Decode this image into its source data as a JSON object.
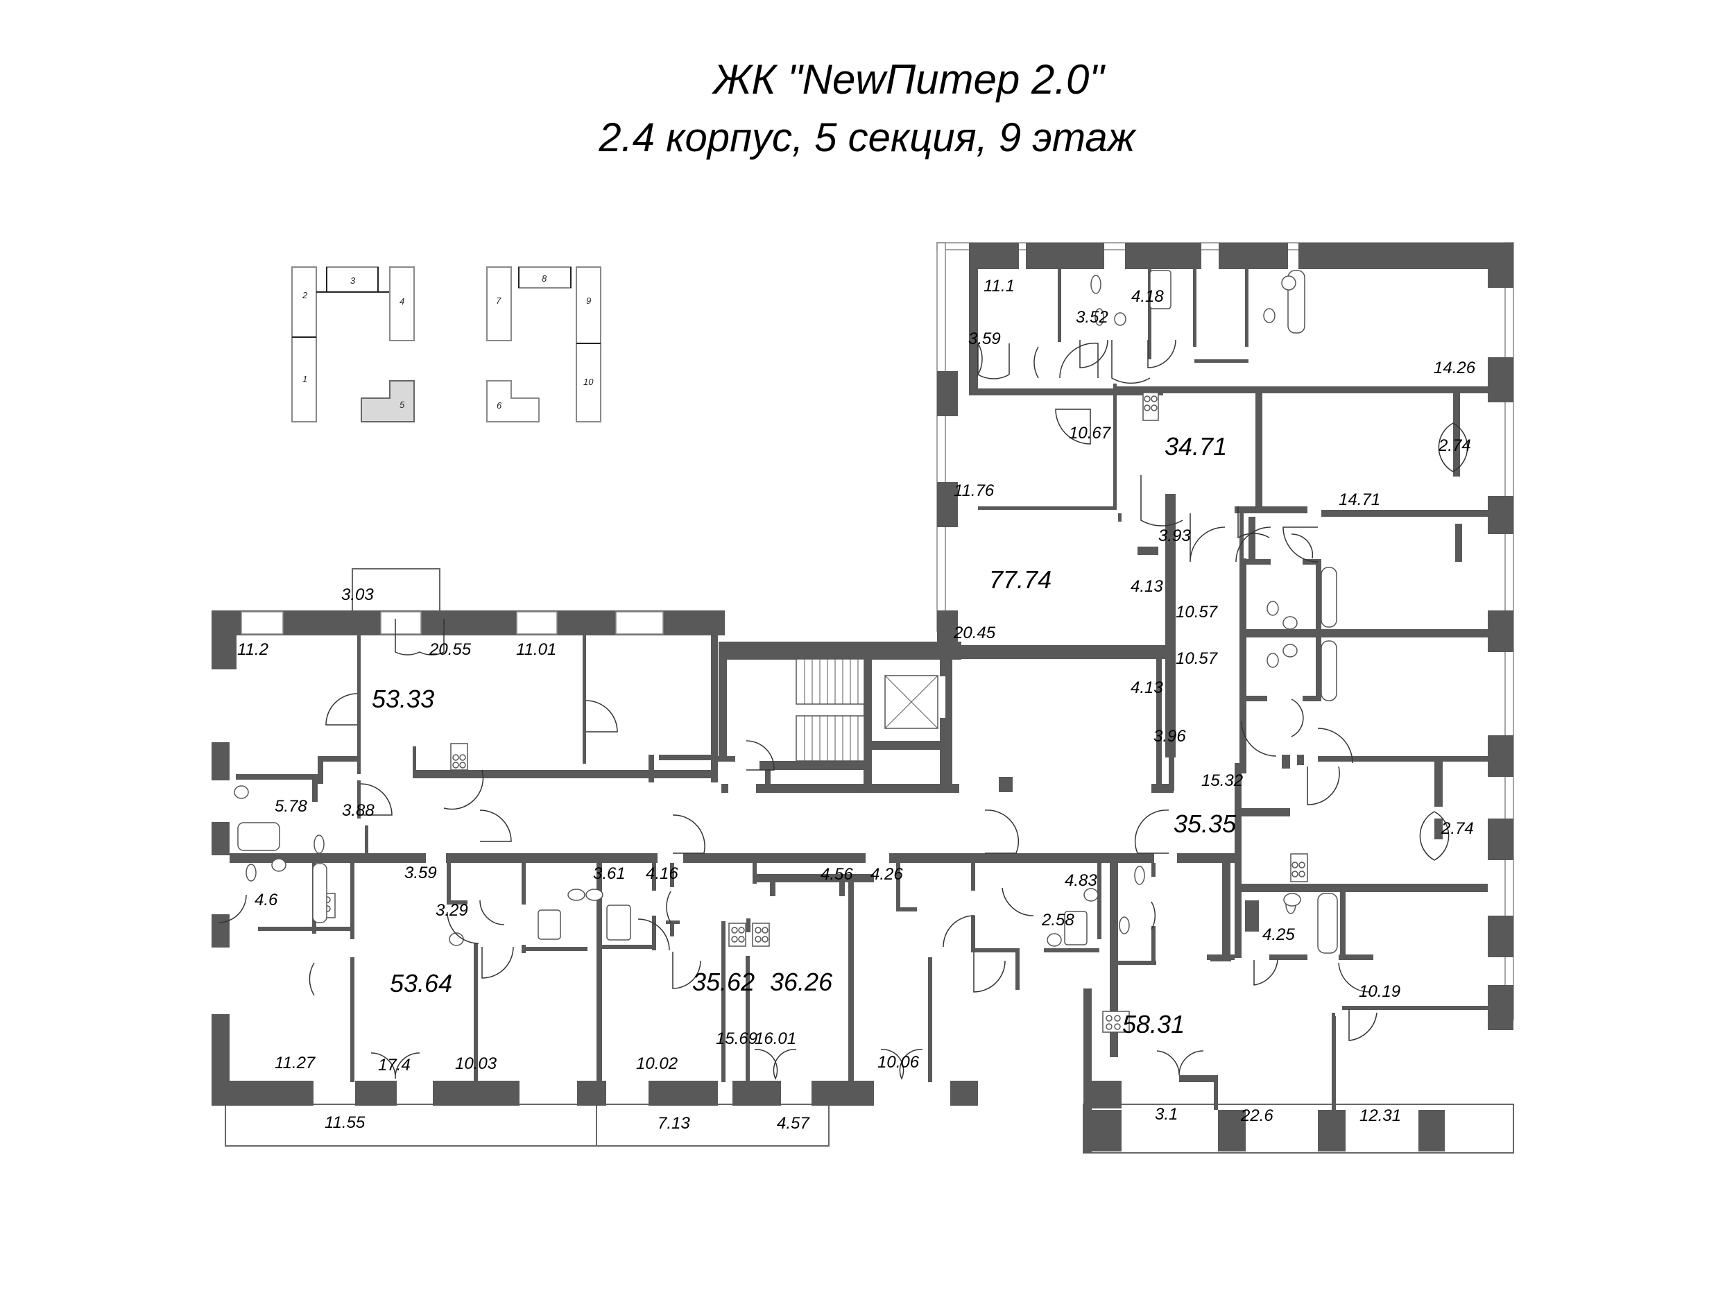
{
  "header": {
    "title": "ЖК \"NewПитер 2.0\"",
    "subtitle": "2.4 корпус, 5 секция, 9 этаж"
  },
  "key_plan": {
    "sections": [
      "1",
      "2",
      "3",
      "4",
      "5",
      "6",
      "7",
      "8",
      "9",
      "10"
    ],
    "highlighted_section": "5",
    "highlight_color": "#d9d9d9"
  },
  "colors": {
    "wall": "#595959",
    "background": "#ffffff",
    "text": "#000000"
  },
  "apartments": [
    {
      "id": "apt-77-74",
      "total": "77.74",
      "rooms": [
        "11.1",
        "3.59",
        "3.52",
        "4.18",
        "14.26",
        "10.67",
        "11.76",
        "20.45"
      ]
    },
    {
      "id": "apt-34-71",
      "total": "34.71",
      "rooms": [
        "14.71",
        "2.74",
        "3.93",
        "4.13",
        "10.57"
      ]
    },
    {
      "id": "apt-35-35",
      "total": "35.35",
      "rooms": [
        "10.57",
        "4.13",
        "3.96",
        "15.32",
        "2.74"
      ]
    },
    {
      "id": "apt-53-33",
      "total": "53.33",
      "rooms": [
        "3.03",
        "11.2",
        "20.55",
        "11.01",
        "5.78",
        "3.88"
      ]
    },
    {
      "id": "apt-53-64",
      "total": "53.64",
      "rooms": [
        "4.6",
        "3.59",
        "3.29",
        "11.27",
        "17.4",
        "10.03",
        "11.55"
      ]
    },
    {
      "id": "apt-35-62",
      "total": "35.62",
      "rooms": [
        "3.61",
        "4.16",
        "10.02",
        "15.69",
        "7.13"
      ]
    },
    {
      "id": "apt-36-26",
      "total": "36.26",
      "rooms": [
        "4.56",
        "4.26",
        "16.01",
        "10.06",
        "4.57"
      ]
    },
    {
      "id": "apt-58-31",
      "total": "58.31",
      "rooms": [
        "2.58",
        "4.83",
        "4.25",
        "10.19",
        "3.1",
        "22.6",
        "12.31"
      ]
    }
  ],
  "labels": {
    "r11_1": "11.1",
    "r3_59a": "3.59",
    "r3_52": "3.52",
    "r4_18": "4.18",
    "r14_26": "14.26",
    "r10_67": "10.67",
    "r34_71": "34.71",
    "r2_74a": "2.74",
    "r11_76": "11.76",
    "r14_71": "14.71",
    "r3_93": "3.93",
    "r77_74": "77.74",
    "r4_13a": "4.13",
    "r10_57a": "10.57",
    "r20_45": "20.45",
    "r10_57b": "10.57",
    "r4_13b": "4.13",
    "r3_96": "3.96",
    "r15_32": "15.32",
    "r35_35": "35.35",
    "r2_74b": "2.74",
    "r3_03": "3.03",
    "r11_2": "11.2",
    "r20_55": "20.55",
    "r11_01": "11.01",
    "r53_33": "53.33",
    "r5_78": "5.78",
    "r3_88": "3.88",
    "r4_6": "4.6",
    "r3_59b": "3.59",
    "r3_29": "3.29",
    "r3_61": "3.61",
    "r4_16": "4.16",
    "r4_56": "4.56",
    "r4_26": "4.26",
    "r4_83": "4.83",
    "r2_58": "2.58",
    "r4_25": "4.25",
    "r53_64": "53.64",
    "r35_62": "35.62",
    "r36_26": "36.26",
    "r58_31": "58.31",
    "r10_19": "10.19",
    "r11_27": "11.27",
    "r17_4": "17.4",
    "r10_03": "10.03",
    "r10_02": "10.02",
    "r15_69": "15.69",
    "r16_01": "16.01",
    "r10_06": "10.06",
    "r11_55": "11.55",
    "r7_13": "7.13",
    "r4_57": "4.57",
    "r3_1": "3.1",
    "r22_6": "22.6",
    "r12_31": "12.31"
  }
}
